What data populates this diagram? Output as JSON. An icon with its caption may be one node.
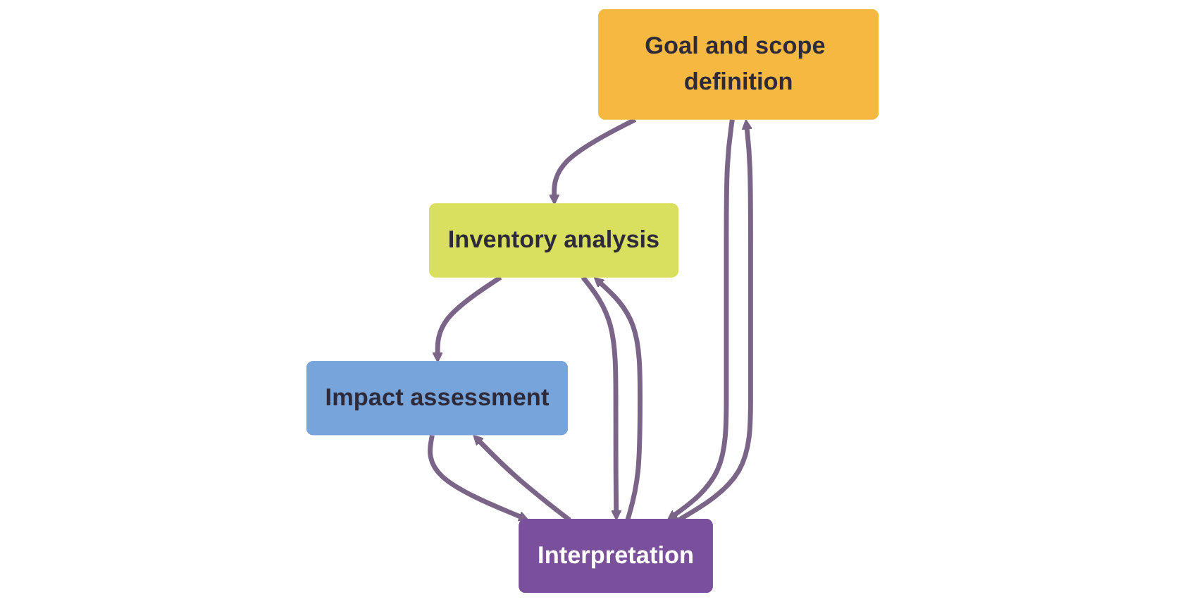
{
  "diagram": {
    "nodes": [
      {
        "text": [
          "Goal and scope definition"
        ]
      },
      {
        "text": [
          "Inventory analysis"
        ]
      },
      {
        "text": [
          "Impact assessment"
        ]
      },
      {
        "text": [
          "Interpretation"
        ]
      }
    ],
    "edges": [
      {
        "from": 0,
        "to": 1,
        "arrow": "to"
      },
      {
        "from": 1,
        "to": 2,
        "arrow": "to"
      },
      {
        "from": 3,
        "to": 0,
        "arrow": "to"
      },
      {
        "from": 0,
        "to": 3,
        "arrow": "to"
      },
      {
        "from": 3,
        "to": 1,
        "arrow": "to"
      },
      {
        "from": 1,
        "to": 3,
        "arrow": "to"
      },
      {
        "from": 3,
        "to": 2,
        "arrow": "to"
      },
      {
        "from": 2,
        "to": 3,
        "arrow": "to"
      }
    ]
  }
}
